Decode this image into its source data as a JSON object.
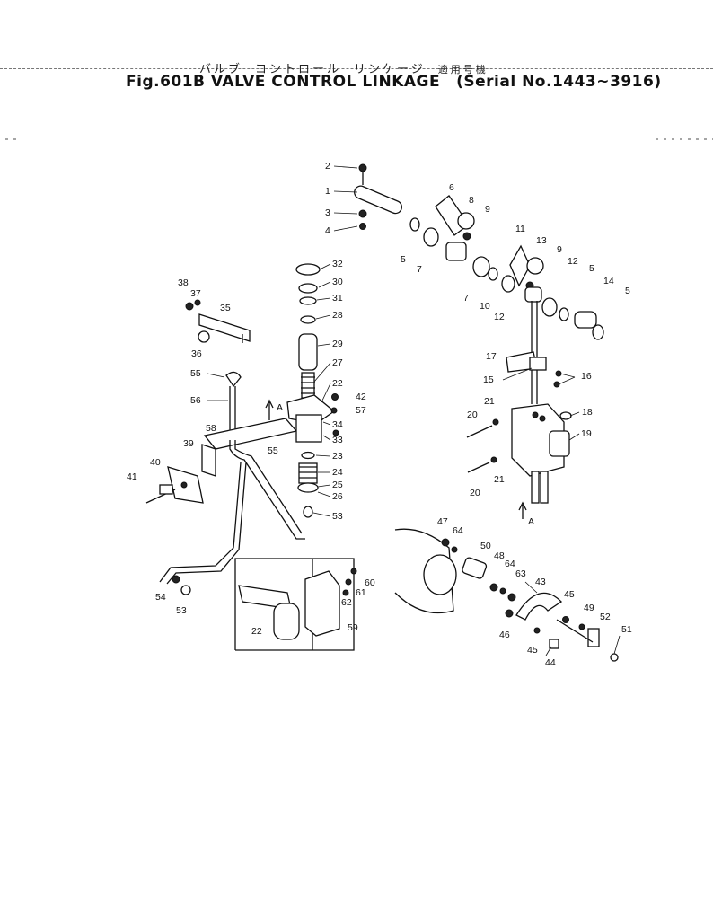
{
  "header": {
    "japanese_title": [
      "バルブ",
      "コントロール",
      "リンケージ",
      "適用号機"
    ],
    "figure_title": "Fig.601B VALVE CONTROL LINKAGE",
    "serial": "(Serial No.1443~3916)"
  },
  "callouts": [
    "1",
    "2",
    "3",
    "4",
    "5",
    "6",
    "7",
    "8",
    "9",
    "10",
    "11",
    "12",
    "13",
    "14",
    "15",
    "16",
    "17",
    "18",
    "19",
    "20",
    "21",
    "22",
    "23",
    "24",
    "25",
    "26",
    "27",
    "28",
    "29",
    "30",
    "31",
    "32",
    "33",
    "34",
    "35",
    "36",
    "37",
    "38",
    "39",
    "40",
    "41",
    "42",
    "43",
    "44",
    "45",
    "46",
    "47",
    "48",
    "49",
    "50",
    "51",
    "52",
    "53",
    "54",
    "55",
    "56",
    "57",
    "58",
    "59",
    "60",
    "61",
    "62",
    "63",
    "64"
  ],
  "view_marker": "A",
  "colors": {
    "ink": "#111111",
    "paper": "#ffffff"
  }
}
